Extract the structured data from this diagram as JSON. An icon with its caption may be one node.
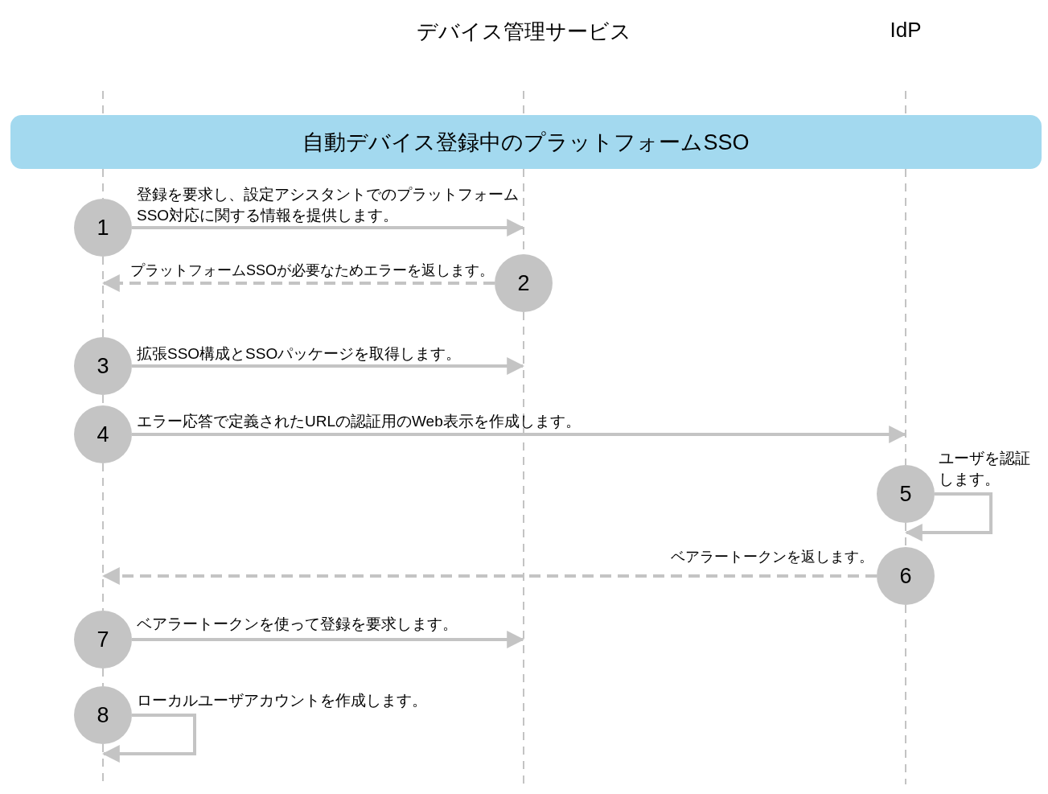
{
  "diagram": {
    "nodes": [
      {
        "text": [],
        "shape": "line"
      },
      {
        "text": [],
        "shape": "line"
      },
      {
        "text": [],
        "shape": "line"
      },
      {
        "text": [
          "自動デバイス登録中のプラットフォームSSO"
        ]
      },
      {
        "text": [
          "1"
        ],
        "beside": [
          "登録を要求し、設定アシスタントでのプラットフォームSSO対応に関する情報を提供します。"
        ]
      },
      {
        "text": [
          "2"
        ],
        "beside": [
          "プラットフォームSSOが必要なためエラーを返します。"
        ]
      },
      {
        "text": [
          "3"
        ],
        "beside": [
          "拡張SSO構成とSSOパッケージを取得します。"
        ]
      },
      {
        "text": [
          "4"
        ],
        "beside": [
          "エラー応答で定義されたURLの認証用のWeb表示を作成します。"
        ]
      },
      {
        "text": [
          "5"
        ],
        "beside": [
          "ユーザを認証します。"
        ]
      },
      {
        "text": [
          "6"
        ],
        "beside": [
          "ベアラートークンを返します。"
        ]
      },
      {
        "text": [
          "7"
        ],
        "beside": [
          "ベアラートークンを使って登録を要求します。"
        ]
      },
      {
        "text": [
          "8"
        ],
        "beside": [
          "ローカルユーザアカウントを作成します。"
        ]
      }
    ],
    "edges": [
      {
        "from": 4,
        "to": 1,
        "arrow": "to"
      },
      {
        "from": 5,
        "to": 0,
        "arrow": "to",
        "style": "dashed"
      },
      {
        "from": 6,
        "to": 1,
        "arrow": "to"
      },
      {
        "from": 7,
        "to": 2,
        "arrow": "to"
      },
      {
        "from": 8,
        "to": 2,
        "arrow": "to"
      },
      {
        "from": 9,
        "to": 0,
        "arrow": "to",
        "style": "dashed"
      },
      {
        "from": 10,
        "to": 1,
        "arrow": "to"
      },
      {
        "from": 11,
        "to": 0,
        "arrow": "to"
      }
    ],
    "labels": [
      "デバイス管理サービス",
      "IdP"
    ]
  }
}
